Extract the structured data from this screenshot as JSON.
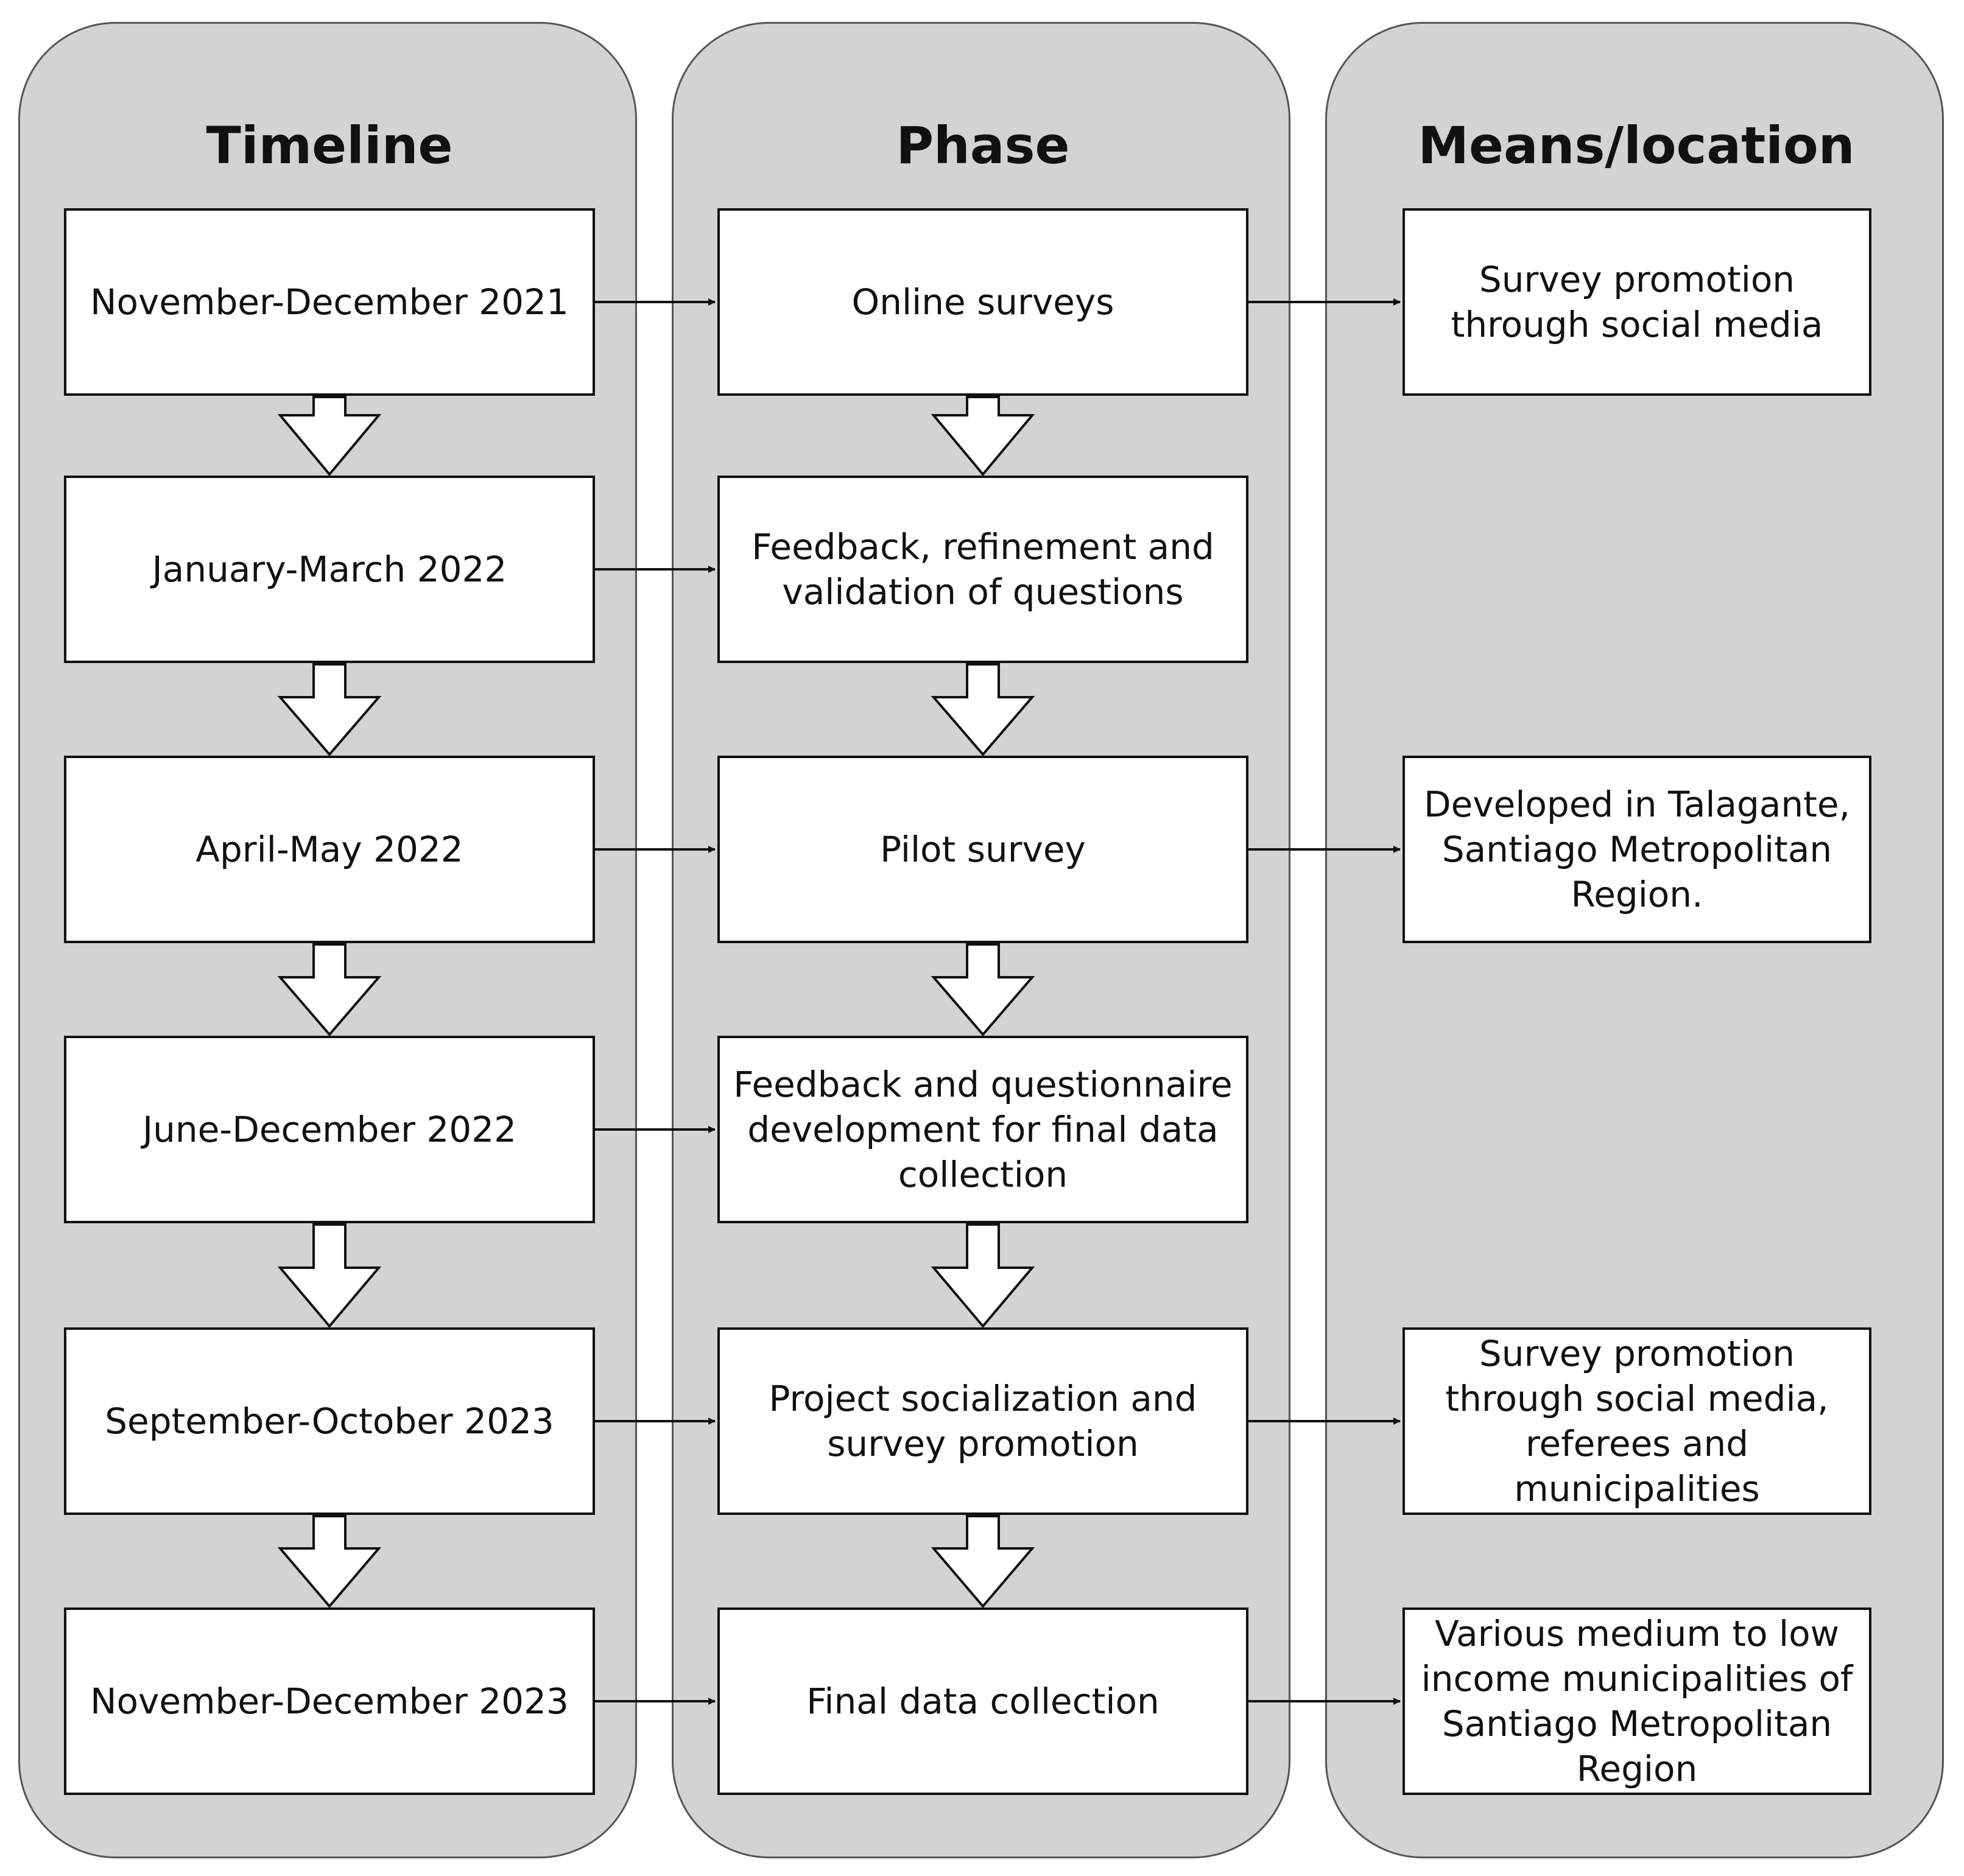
{
  "colors": {
    "lane_fill": "#d3d3d3",
    "lane_border": "#555555",
    "box_fill": "#ffffff",
    "line": "#111111"
  },
  "lanes": {
    "timeline": {
      "title": "Timeline"
    },
    "phase": {
      "title": "Phase"
    },
    "means": {
      "title": "Means/location"
    }
  },
  "timeline": [
    "November-December 2021",
    "January-March 2022",
    "April-May 2022",
    "June-December 2022",
    "September-October 2023",
    "November-December 2023"
  ],
  "phases": [
    "Online surveys",
    "Feedback, refinement and validation of questions",
    "Pilot survey",
    "Feedback and questionnaire development for final data collection",
    "Project socialization and survey promotion",
    "Final data collection"
  ],
  "means": [
    "Survey promotion through social media",
    "Developed in Talagante, Santiago Metropolitan Region.",
    "Survey promotion through social media, referees and municipalities",
    "Various medium to low income municipalities of Santiago Metropolitan Region"
  ]
}
